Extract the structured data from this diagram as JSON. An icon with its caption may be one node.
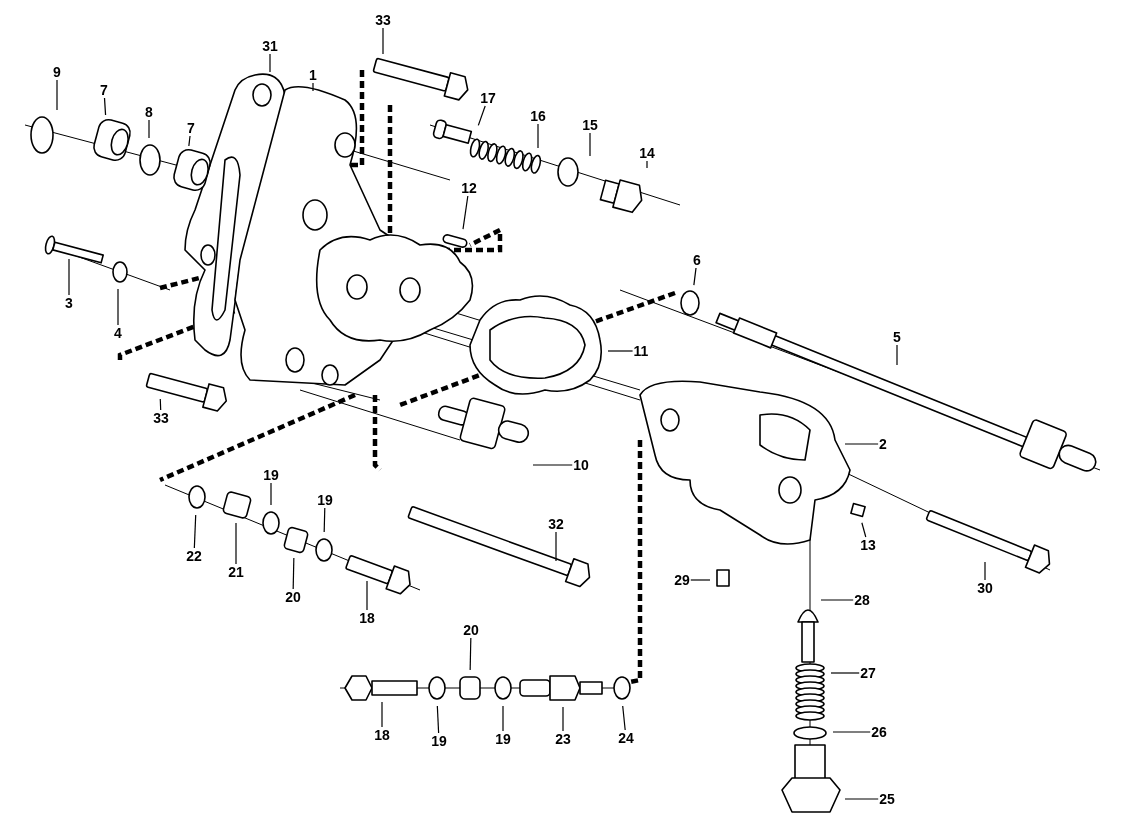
{
  "diagram": {
    "nodes": [
      {
        "text": [
          "33"
        ]
      },
      {
        "text": [
          "31"
        ]
      },
      {
        "text": [
          "1"
        ]
      },
      {
        "text": [
          "9"
        ]
      },
      {
        "text": [
          "7"
        ]
      },
      {
        "text": [
          "8"
        ]
      },
      {
        "text": [
          "7"
        ]
      },
      {
        "text": [
          "17"
        ]
      },
      {
        "text": [
          "16"
        ]
      },
      {
        "text": [
          "15"
        ]
      },
      {
        "text": [
          "14"
        ]
      },
      {
        "text": [
          "12"
        ]
      },
      {
        "text": [
          "3"
        ]
      },
      {
        "text": [
          "4"
        ]
      },
      {
        "text": [
          "6"
        ]
      },
      {
        "text": [
          "5"
        ]
      },
      {
        "text": [
          "11"
        ]
      },
      {
        "text": [
          "33"
        ]
      },
      {
        "text": [
          "10"
        ]
      },
      {
        "text": [
          "2"
        ]
      },
      {
        "text": [
          "19"
        ]
      },
      {
        "text": [
          "19"
        ]
      },
      {
        "text": [
          "22"
        ]
      },
      {
        "text": [
          "21"
        ]
      },
      {
        "text": [
          "20"
        ]
      },
      {
        "text": [
          "18"
        ]
      },
      {
        "text": [
          "32"
        ]
      },
      {
        "text": [
          "13"
        ]
      },
      {
        "text": [
          "30"
        ]
      },
      {
        "text": [
          "29"
        ]
      },
      {
        "text": [
          "28"
        ]
      },
      {
        "text": [
          "20"
        ]
      },
      {
        "text": [
          "27"
        ]
      },
      {
        "text": [
          "18"
        ]
      },
      {
        "text": [
          "19"
        ]
      },
      {
        "text": [
          "19"
        ]
      },
      {
        "text": [
          "23"
        ]
      },
      {
        "text": [
          "24"
        ]
      },
      {
        "text": [
          "26"
        ]
      },
      {
        "text": [
          "25"
        ]
      }
    ],
    "edges": [
      {
        "from": 0,
        "to": null,
        "arrow": "none"
      },
      {
        "from": 1,
        "to": null,
        "arrow": "none"
      },
      {
        "from": 2,
        "to": null,
        "arrow": "none"
      },
      {
        "from": 3,
        "to": null,
        "arrow": "none"
      },
      {
        "from": 4,
        "to": null,
        "arrow": "none"
      },
      {
        "from": 5,
        "to": null,
        "arrow": "none"
      },
      {
        "from": 6,
        "to": null,
        "arrow": "none"
      },
      {
        "from": 7,
        "to": null,
        "arrow": "none"
      },
      {
        "from": 8,
        "to": null,
        "arrow": "none"
      },
      {
        "from": 9,
        "to": null,
        "arrow": "none"
      },
      {
        "from": 10,
        "to": null,
        "arrow": "none"
      },
      {
        "from": 11,
        "to": null,
        "arrow": "none"
      },
      {
        "from": 12,
        "to": null,
        "arrow": "none"
      },
      {
        "from": 13,
        "to": null,
        "arrow": "none"
      },
      {
        "from": 14,
        "to": null,
        "arrow": "none"
      },
      {
        "from": 15,
        "to": null,
        "arrow": "none"
      },
      {
        "from": 16,
        "to": null,
        "arrow": "none"
      },
      {
        "from": 17,
        "to": null,
        "arrow": "none"
      },
      {
        "from": 18,
        "to": null,
        "arrow": "none"
      },
      {
        "from": 19,
        "to": null,
        "arrow": "none"
      },
      {
        "from": 20,
        "to": null,
        "arrow": "none"
      },
      {
        "from": 21,
        "to": null,
        "arrow": "none"
      },
      {
        "from": 22,
        "to": null,
        "arrow": "none"
      },
      {
        "from": 23,
        "to": null,
        "arrow": "none"
      },
      {
        "from": 24,
        "to": null,
        "arrow": "none"
      },
      {
        "from": 25,
        "to": null,
        "arrow": "none"
      },
      {
        "from": 26,
        "to": null,
        "arrow": "none"
      },
      {
        "from": 27,
        "to": null,
        "arrow": "none"
      },
      {
        "from": 28,
        "to": null,
        "arrow": "none"
      },
      {
        "from": 29,
        "to": null,
        "arrow": "none"
      },
      {
        "from": 30,
        "to": null,
        "arrow": "none"
      },
      {
        "from": 31,
        "to": null,
        "arrow": "none"
      },
      {
        "from": 32,
        "to": null,
        "arrow": "none"
      },
      {
        "from": 33,
        "to": null,
        "arrow": "none"
      },
      {
        "from": 34,
        "to": null,
        "arrow": "none"
      },
      {
        "from": 35,
        "to": null,
        "arrow": "none"
      },
      {
        "from": 36,
        "to": null,
        "arrow": "none"
      },
      {
        "from": 37,
        "to": null,
        "arrow": "none"
      },
      {
        "from": 38,
        "to": null,
        "arrow": "none"
      },
      {
        "from": 39,
        "to": null,
        "arrow": "none"
      }
    ]
  }
}
